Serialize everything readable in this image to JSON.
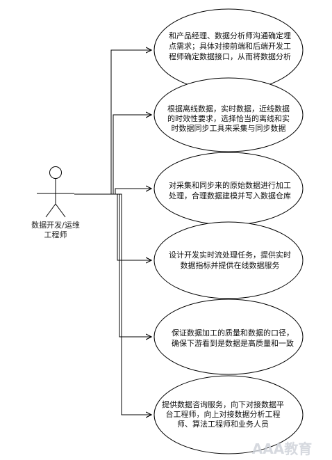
{
  "actor": {
    "label_line1": "数据开发/运维",
    "label_line2": "工程师"
  },
  "use_cases": [
    {
      "id": "uc1",
      "lines": [
        "和产品经理、数据分析师沟通确定埋",
        "点需求；具体对接前端和后端开发工",
        "程师确定数据接口，从而将数据分析"
      ]
    },
    {
      "id": "uc2",
      "lines": [
        "根据离线数据，实时数据，近线数据",
        "的时效性要求，选择恰当的离线和实",
        "时数据同步工具来采集与同步数据"
      ]
    },
    {
      "id": "uc3",
      "lines": [
        "对采集和同步来的原始数据进行加工",
        "处理，合理数据建模并写入数据仓库"
      ]
    },
    {
      "id": "uc4",
      "lines": [
        "设计开发实时流处理任务，提供实时",
        "数据指标并提供在线数据服务"
      ]
    },
    {
      "id": "uc5",
      "lines": [
        "保证数据加工的质量和数据的口径，",
        "确保下游看到是数据是高质量和一致"
      ]
    },
    {
      "id": "uc6",
      "lines": [
        "提供数据咨询服务，向下对接数据平",
        "台工程师，向上对接数据分析工程",
        "师、算法工程师和业务人员"
      ]
    }
  ],
  "watermark": "AAA教育"
}
